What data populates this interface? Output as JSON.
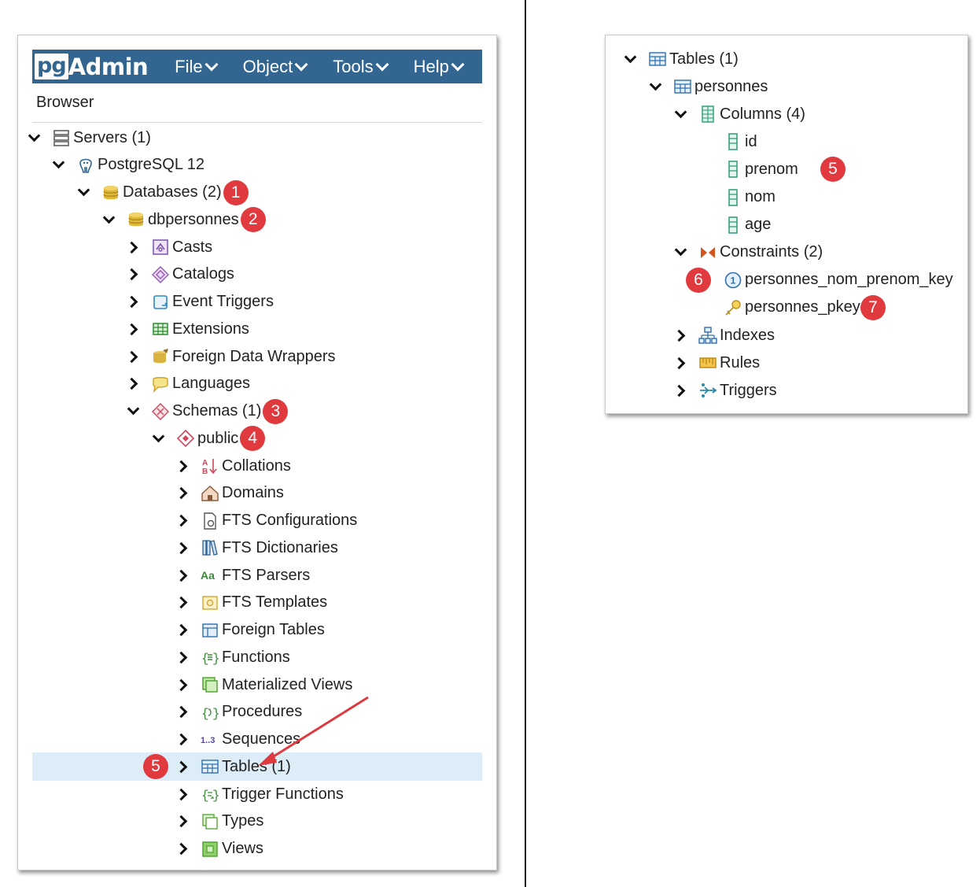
{
  "app": {
    "logo_pg": "pg",
    "logo_admin": "Admin",
    "menu": [
      "File",
      "Object",
      "Tools",
      "Help"
    ],
    "browser_title": "Browser",
    "brand_color": "#326690",
    "selection_color": "#dcedf8",
    "badge_color": "#e03a3e"
  },
  "left_tree": [
    {
      "label": "Servers (1)",
      "icon": "servers-icon",
      "caret": "down"
    },
    {
      "label": "PostgreSQL 12",
      "icon": "postgresql-elephant-icon",
      "caret": "down"
    },
    {
      "label": "Databases (2)",
      "icon": "databases-icon",
      "caret": "down",
      "badge": "1"
    },
    {
      "label": "dbpersonnes",
      "icon": "database-icon",
      "caret": "down",
      "badge": "2"
    },
    {
      "label": "Casts",
      "icon": "casts-icon",
      "caret": "right"
    },
    {
      "label": "Catalogs",
      "icon": "catalogs-icon",
      "caret": "right"
    },
    {
      "label": "Event Triggers",
      "icon": "event-triggers-icon",
      "caret": "right"
    },
    {
      "label": "Extensions",
      "icon": "extensions-icon",
      "caret": "right"
    },
    {
      "label": "Foreign Data Wrappers",
      "icon": "foreign-data-wrappers-icon",
      "caret": "right"
    },
    {
      "label": "Languages",
      "icon": "languages-icon",
      "caret": "right"
    },
    {
      "label": "Schemas (1)",
      "icon": "schemas-icon",
      "caret": "down",
      "badge": "3"
    },
    {
      "label": "public",
      "icon": "schema-public-icon",
      "caret": "down",
      "badge": "4"
    },
    {
      "label": "Collations",
      "icon": "collations-icon",
      "caret": "right"
    },
    {
      "label": "Domains",
      "icon": "domains-icon",
      "caret": "right"
    },
    {
      "label": "FTS Configurations",
      "icon": "fts-configurations-icon",
      "caret": "right"
    },
    {
      "label": "FTS Dictionaries",
      "icon": "fts-dictionaries-icon",
      "caret": "right"
    },
    {
      "label": "FTS Parsers",
      "icon": "fts-parsers-icon",
      "caret": "right",
      "icon_text": "Aa"
    },
    {
      "label": "FTS Templates",
      "icon": "fts-templates-icon",
      "caret": "right"
    },
    {
      "label": "Foreign Tables",
      "icon": "foreign-tables-icon",
      "caret": "right"
    },
    {
      "label": "Functions",
      "icon": "functions-icon",
      "caret": "right"
    },
    {
      "label": "Materialized Views",
      "icon": "materialized-views-icon",
      "caret": "right"
    },
    {
      "label": "Procedures",
      "icon": "procedures-icon",
      "caret": "right"
    },
    {
      "label": "Sequences",
      "icon": "sequences-icon",
      "caret": "right",
      "icon_text": "1..3"
    },
    {
      "label": "Tables (1)",
      "icon": "tables-icon",
      "caret": "right",
      "selected": true,
      "badge": "5"
    },
    {
      "label": "Trigger Functions",
      "icon": "trigger-functions-icon",
      "caret": "right"
    },
    {
      "label": "Types",
      "icon": "types-icon",
      "caret": "right"
    },
    {
      "label": "Views",
      "icon": "views-icon",
      "caret": "right"
    }
  ],
  "right_tree": [
    {
      "label": "Tables (1)",
      "icon": "tables-icon",
      "caret": "down"
    },
    {
      "label": "personnes",
      "icon": "table-icon",
      "caret": "down"
    },
    {
      "label": "Columns (4)",
      "icon": "columns-icon",
      "caret": "down"
    },
    {
      "label": "id",
      "icon": "column-icon"
    },
    {
      "label": "prenom",
      "icon": "column-icon",
      "badge": "5"
    },
    {
      "label": "nom",
      "icon": "column-icon"
    },
    {
      "label": "age",
      "icon": "column-icon"
    },
    {
      "label": "Constraints (2)",
      "icon": "constraints-icon",
      "caret": "down"
    },
    {
      "label": "personnes_nom_prenom_key",
      "icon": "unique-constraint-icon",
      "badge": "6",
      "icon_text": "1"
    },
    {
      "label": "personnes_pkey",
      "icon": "primary-key-icon",
      "badge": "7"
    },
    {
      "label": "Indexes",
      "icon": "indexes-icon",
      "caret": "right"
    },
    {
      "label": "Rules",
      "icon": "rules-icon",
      "caret": "right"
    },
    {
      "label": "Triggers",
      "icon": "triggers-icon",
      "caret": "right"
    }
  ]
}
